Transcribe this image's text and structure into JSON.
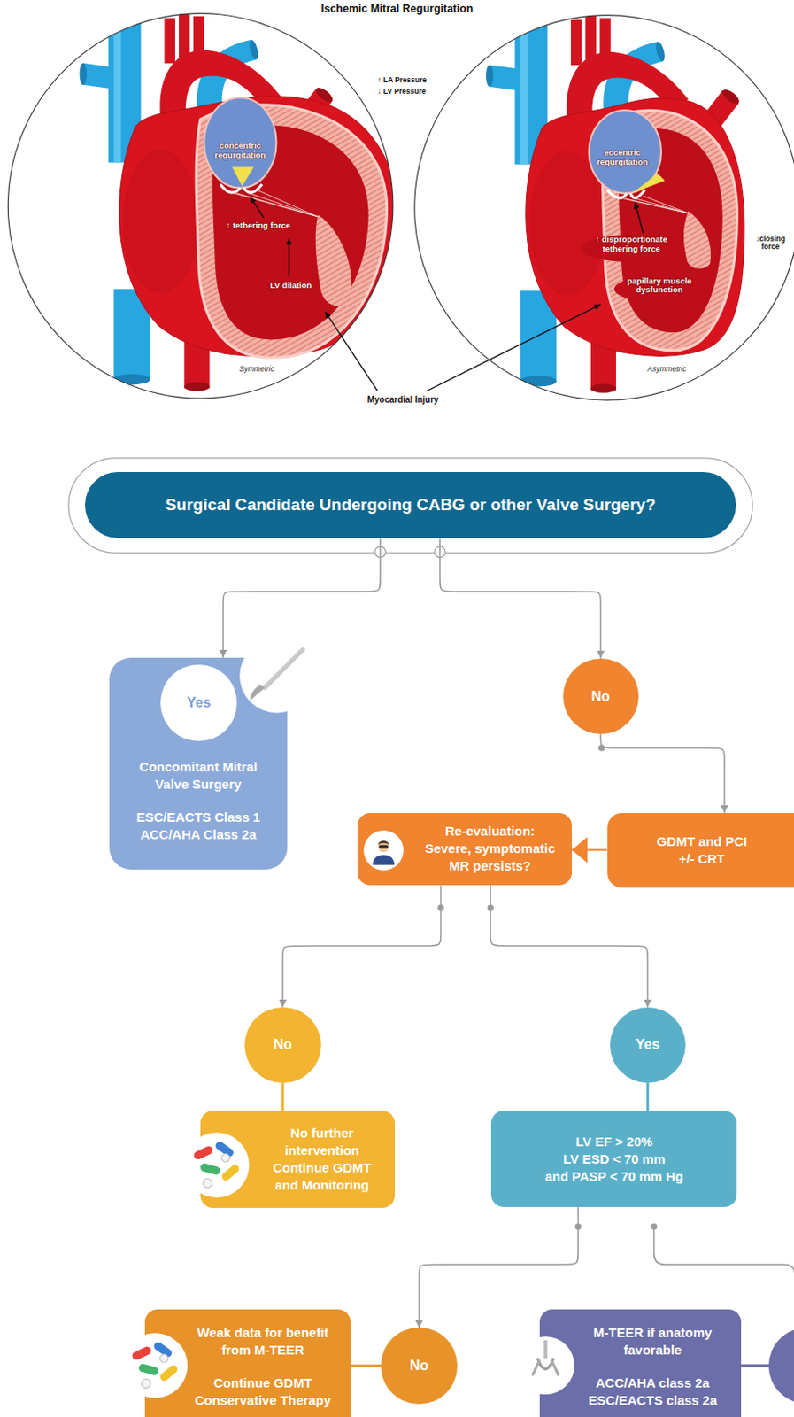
{
  "diagram": {
    "title": "Ischemic Mitral Regurgitation",
    "nodes": [
      {
        "text": [
          "Surgical Candidate Undergoing CABG or other Valve Surgery?"
        ]
      },
      {
        "text": [
          "Concomitant Mitral Valve Surgery",
          "ESC/EACTS Class 1",
          "ACC/AHA Class 2a"
        ]
      },
      {
        "text": [
          "Yes"
        ],
        "in": 1
      },
      {
        "text": [
          "No"
        ]
      },
      {
        "text": [
          "GDMT and PCI +/- CRT"
        ]
      },
      {
        "text": [
          "Re-evaluation: Severe, symptomatic MR persists?"
        ]
      },
      {
        "text": [
          "No"
        ]
      },
      {
        "text": [
          "No further intervention Continue GDMT and Monitoring"
        ]
      },
      {
        "text": [
          "Yes"
        ]
      },
      {
        "text": [
          "LV EF > 20%",
          "LV ESD < 70 mm",
          "and PASP < 70 mm Hg"
        ]
      },
      {
        "text": [
          "No"
        ]
      },
      {
        "text": [
          "Weak data for benefit from M-TEER",
          "Continue GDMT Conservative Therapy"
        ]
      },
      {
        "text": [
          "M-TEER if anatomy favorable",
          "ACC/AHA class 2a",
          "ESC/EACTS class 2a"
        ]
      }
    ],
    "edges": [
      {
        "from": 0,
        "to": 1,
        "arrow": "to"
      },
      {
        "from": 0,
        "to": 3,
        "arrow": "to"
      },
      {
        "from": 3,
        "to": 4,
        "arrow": "to"
      },
      {
        "from": 4,
        "to": 5,
        "arrow": "to"
      },
      {
        "from": 5,
        "to": 6,
        "arrow": "to"
      },
      {
        "from": 5,
        "to": 8,
        "arrow": "to"
      },
      {
        "from": 6,
        "to": 7,
        "arrow": "none"
      },
      {
        "from": 8,
        "to": 9,
        "arrow": "none"
      },
      {
        "from": 9,
        "to": 10,
        "arrow": "to"
      },
      {
        "from": 10,
        "to": 11,
        "arrow": "none"
      }
    ],
    "labels": [
      "↑ LA Pressure",
      "↓ LV Pressure",
      "concentric regurgitation",
      "↑ tethering force",
      "LV dilation",
      "Symmetric",
      "eccentric regurgitation",
      "↑ disproportionate tethering force",
      "papillary muscle dysfunction",
      "↓closing force",
      "Asymmetric",
      "Myocardial Injury"
    ]
  }
}
